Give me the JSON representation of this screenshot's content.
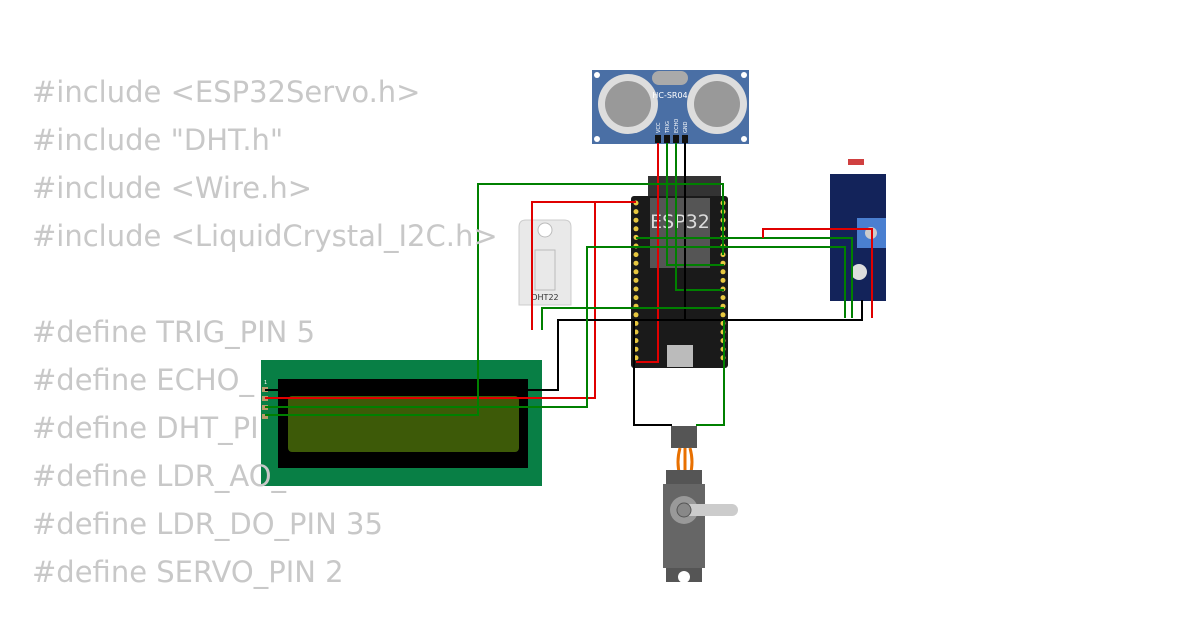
{
  "code_lines": [
    "#include <ESP32Servo.h>",
    "#include \"DHT.h\"",
    "#include <Wire.h>",
    "#include <LiquidCrystal_I2C.h>",
    "",
    "#define TRIG_PIN 5",
    "#define ECHO_",
    "#define DHT_PI",
    "#define LDR_AO_",
    "#define LDR_DO_PIN 35",
    "#define SERVO_PIN 2"
  ],
  "components": {
    "ultrasonic": {
      "label": "HC-SR04",
      "pins": [
        "VCC",
        "TRIG",
        "ECHO",
        "GND"
      ]
    },
    "mcu": {
      "label": "ESP32"
    },
    "dht": {
      "label": "DHT22"
    },
    "lcd": {
      "pin_marker": "1"
    },
    "ldr_module": {
      "name": "photoresistor-sensor"
    },
    "servo": {
      "name": "servo-motor"
    }
  },
  "colors": {
    "wire_power": "#e00000",
    "wire_signal": "#008000",
    "wire_ground": "#000000",
    "lcd_board": "#087f45",
    "lcd_screen": "#3d5a08",
    "sensor_blue": "#4a6fa5",
    "ldr_board": "#13235a"
  }
}
